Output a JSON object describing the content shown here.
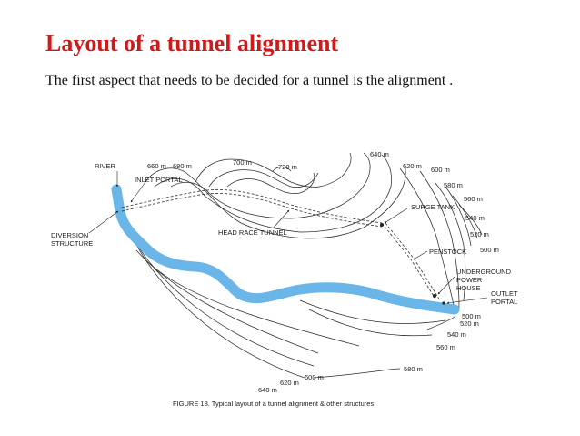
{
  "slide": {
    "title": "Layout of a tunnel alignment",
    "subtitle": "The first aspect that needs to be decided for a tunnel is the alignment ."
  },
  "diagram": {
    "caption": "FIGURE 18.  Typical layout of a tunnel alignment & other structures",
    "labels": {
      "river": "RIVER",
      "inlet_portal": "INLET PORTAL",
      "diversion_line1": "DIVERSION",
      "diversion_line2": "STRUCTURE",
      "head_race_tunnel": "HEAD RACE TUNNEL",
      "surge_tank": "SURGE TANK",
      "penstock": "PENSTOCK",
      "power_line1": "UNDERGROUND",
      "power_line2": "POWER",
      "power_line3": "HOUSE",
      "outlet_line1": "OUTLET",
      "outlet_line2": "PORTAL"
    },
    "contours": {
      "c660": "660 m",
      "c680": "680 m",
      "c700": "700 m",
      "c720": "720 m",
      "c640_top": "640 m",
      "c620_top": "620 m",
      "c600_top": "600 m",
      "c580_right": "580 m",
      "c560_right": "560 m",
      "c540_right": "540 m",
      "c520_right": "520 m",
      "c500_right": "500 m",
      "c500_b": "500 m",
      "c520_b": "520 m",
      "c540_b": "540 m",
      "c560_b": "560 m",
      "c580_b": "580 m",
      "c600_b": "600 m",
      "c620_b": "620 m",
      "c640_b": "640 m"
    },
    "colors": {
      "river": "#6ab6e8",
      "title": "#d01a1a"
    }
  }
}
